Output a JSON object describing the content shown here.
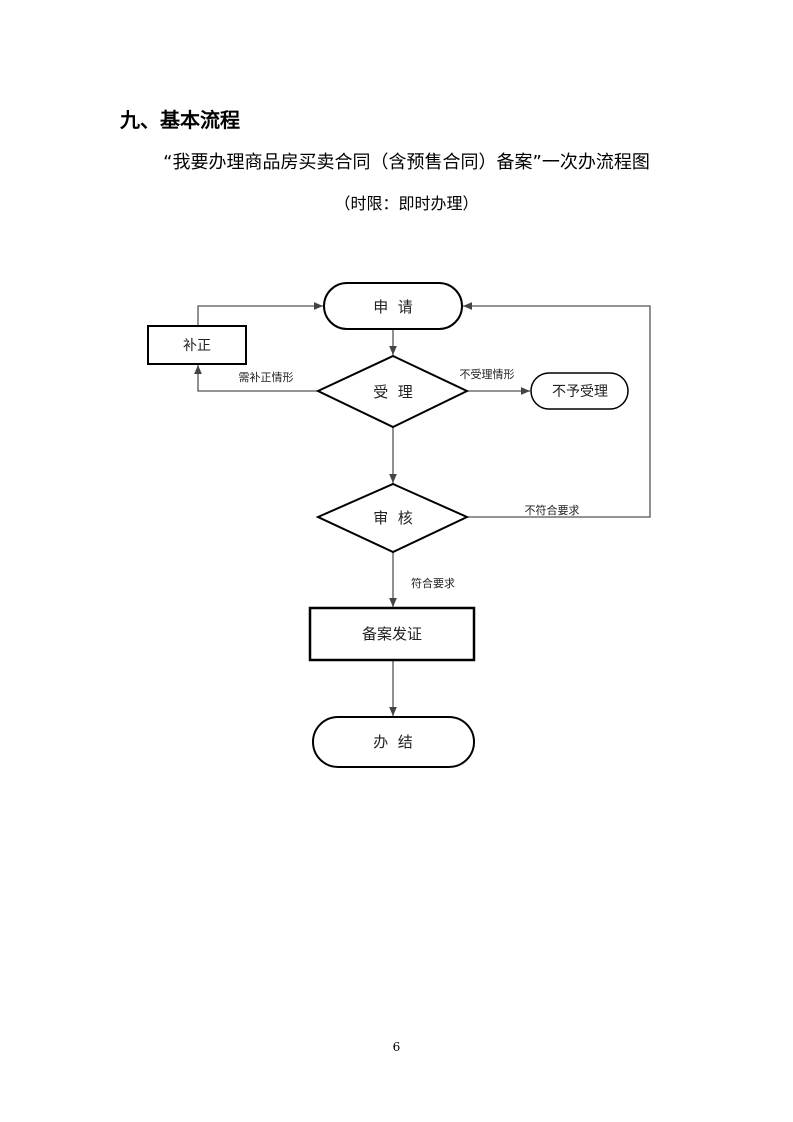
{
  "section_heading": "九、基本流程",
  "chart_title": "“我要办理商品房买卖合同（含预售合同）备案”一次办流程图",
  "time_limit": "（时限：即时办理）",
  "flowchart": {
    "nodes": {
      "apply": "申  请",
      "correct": "补正",
      "accept": "受  理",
      "reject": "不予受理",
      "review": "审  核",
      "record": "备案发证",
      "finish": "办  结"
    },
    "edges": {
      "need_correction": "需补正情形",
      "not_accepted": "不受理情形",
      "not_compliant": "不符合要求",
      "compliant": "符合要求"
    }
  },
  "page_number": "6"
}
